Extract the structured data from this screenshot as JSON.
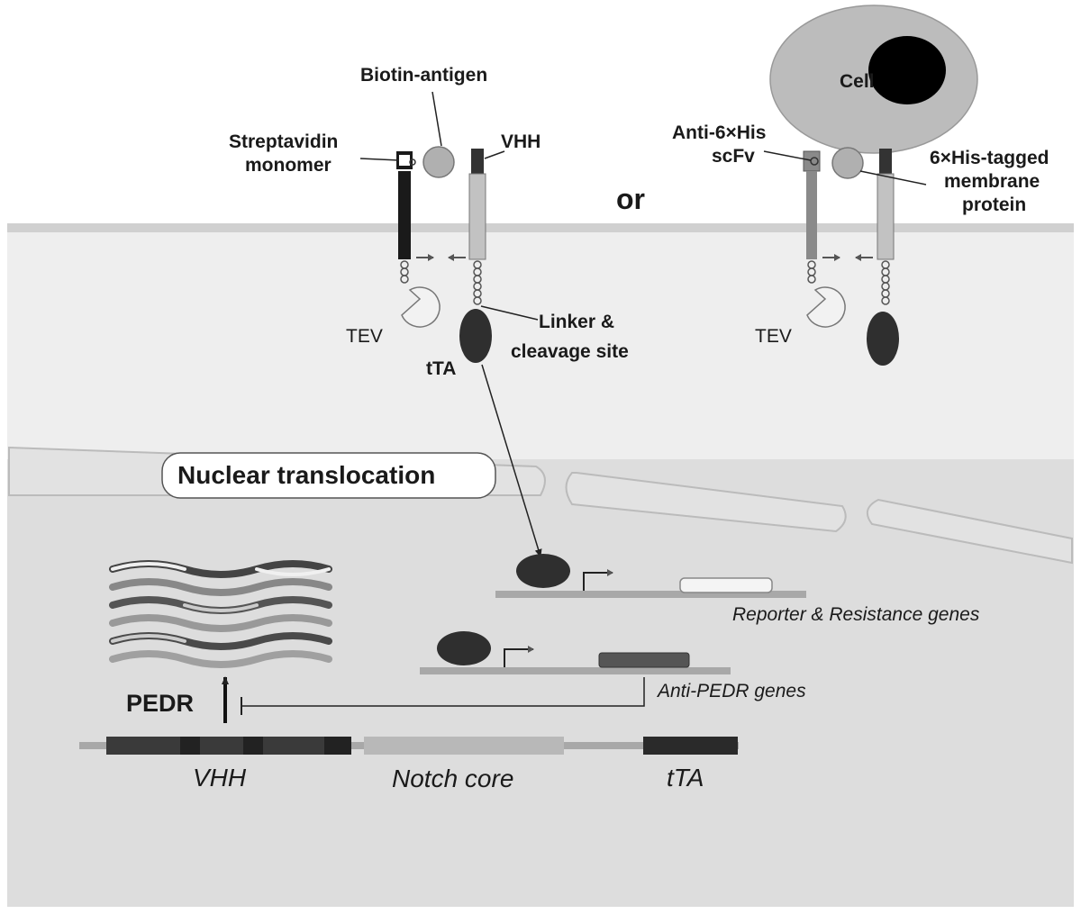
{
  "labels": {
    "biotin_antigen": "Biotin-antigen",
    "streptavidin_line1": "Streptavidin",
    "streptavidin_line2": "monomer",
    "vhh_receptor": "VHH",
    "or": "or",
    "cell": "Cell",
    "anti_his_line1": "Anti-6×His",
    "anti_his_line2": "scFv",
    "his_membrane_line1": "6×His-tagged",
    "his_membrane_line2": "membrane",
    "his_membrane_line3": "protein",
    "tev_left": "TEV",
    "tev_right": "TEV",
    "linker_line1": "Linker &",
    "linker_line2": "cleavage site",
    "tta_protein": "tTA",
    "nuclear_translocation": "Nuclear translocation",
    "reporter_genes": "Reporter & Resistance genes",
    "anti_pedr_genes": "Anti-PEDR genes",
    "pedr": "PEDR",
    "gene_vhh": "VHH",
    "gene_notch_core": "Notch core",
    "gene_tta": "tTA"
  },
  "colors": {
    "cytoplasm": "#eeeeee",
    "nucleus": "#dddddd",
    "membrane": "#c8c8c8",
    "dark_protein": "#2f2f2f",
    "light_protein": "#bdbdbd",
    "cell_body": "#bcbcbc",
    "nucleus_black": "#000000"
  }
}
